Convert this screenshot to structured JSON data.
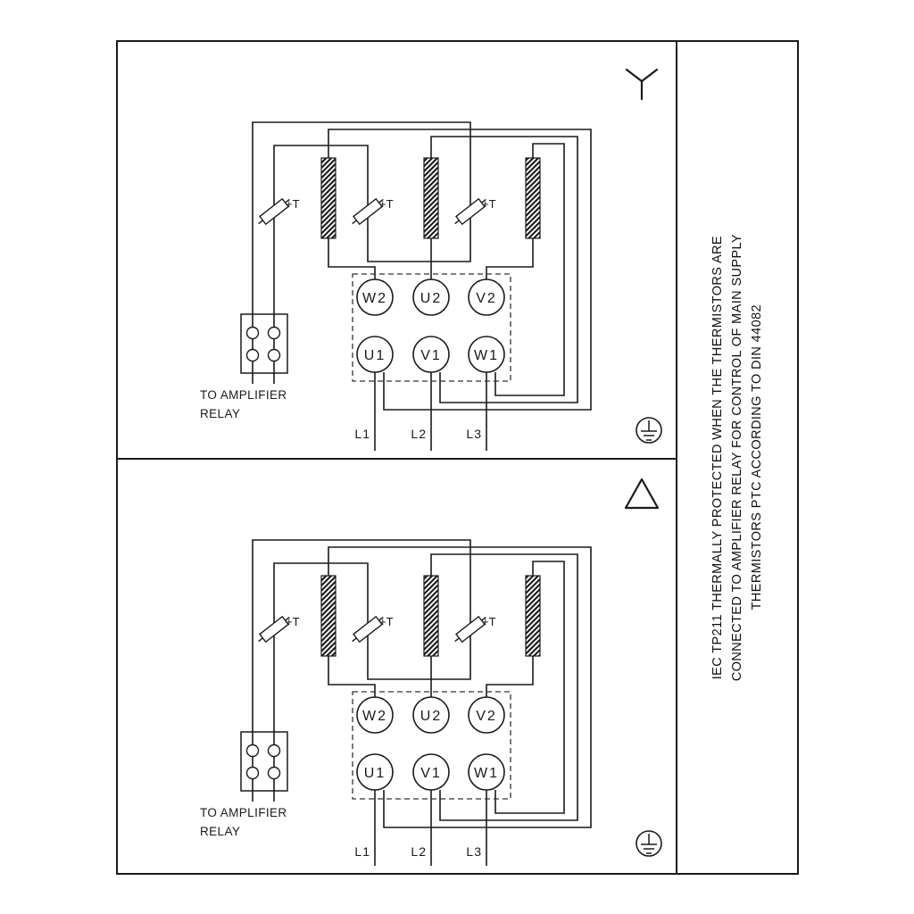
{
  "side_note": {
    "lines": [
      "IEC TP211 THERMALLY PROTECTED WHEN THE THERMISTORS ARE",
      "CONNECTED TO AMPLIFIER RELAY FOR CONTROL OF MAIN SUPPLY",
      "THERMISTORS PTC ACCORDING TO DIN 44082"
    ]
  },
  "diagram": {
    "thermistor_label": "+T",
    "relay_caption_line1": "TO AMPLIFIER",
    "relay_caption_line2": "RELAY",
    "terminals_top": [
      "W2",
      "U2",
      "V2"
    ],
    "terminals_bottom": [
      "U1",
      "V1",
      "W1"
    ],
    "supply_lines": [
      "L1",
      "L2",
      "L3"
    ]
  },
  "icons": {
    "star_connection": "star-y-symbol",
    "delta_connection": "delta-triangle-symbol",
    "earth_ground": "circled-earth-symbol",
    "thermistor": "ptc-thermistor-symbol"
  },
  "colors": {
    "line": "#1a1a1a",
    "background": "#ffffff"
  }
}
